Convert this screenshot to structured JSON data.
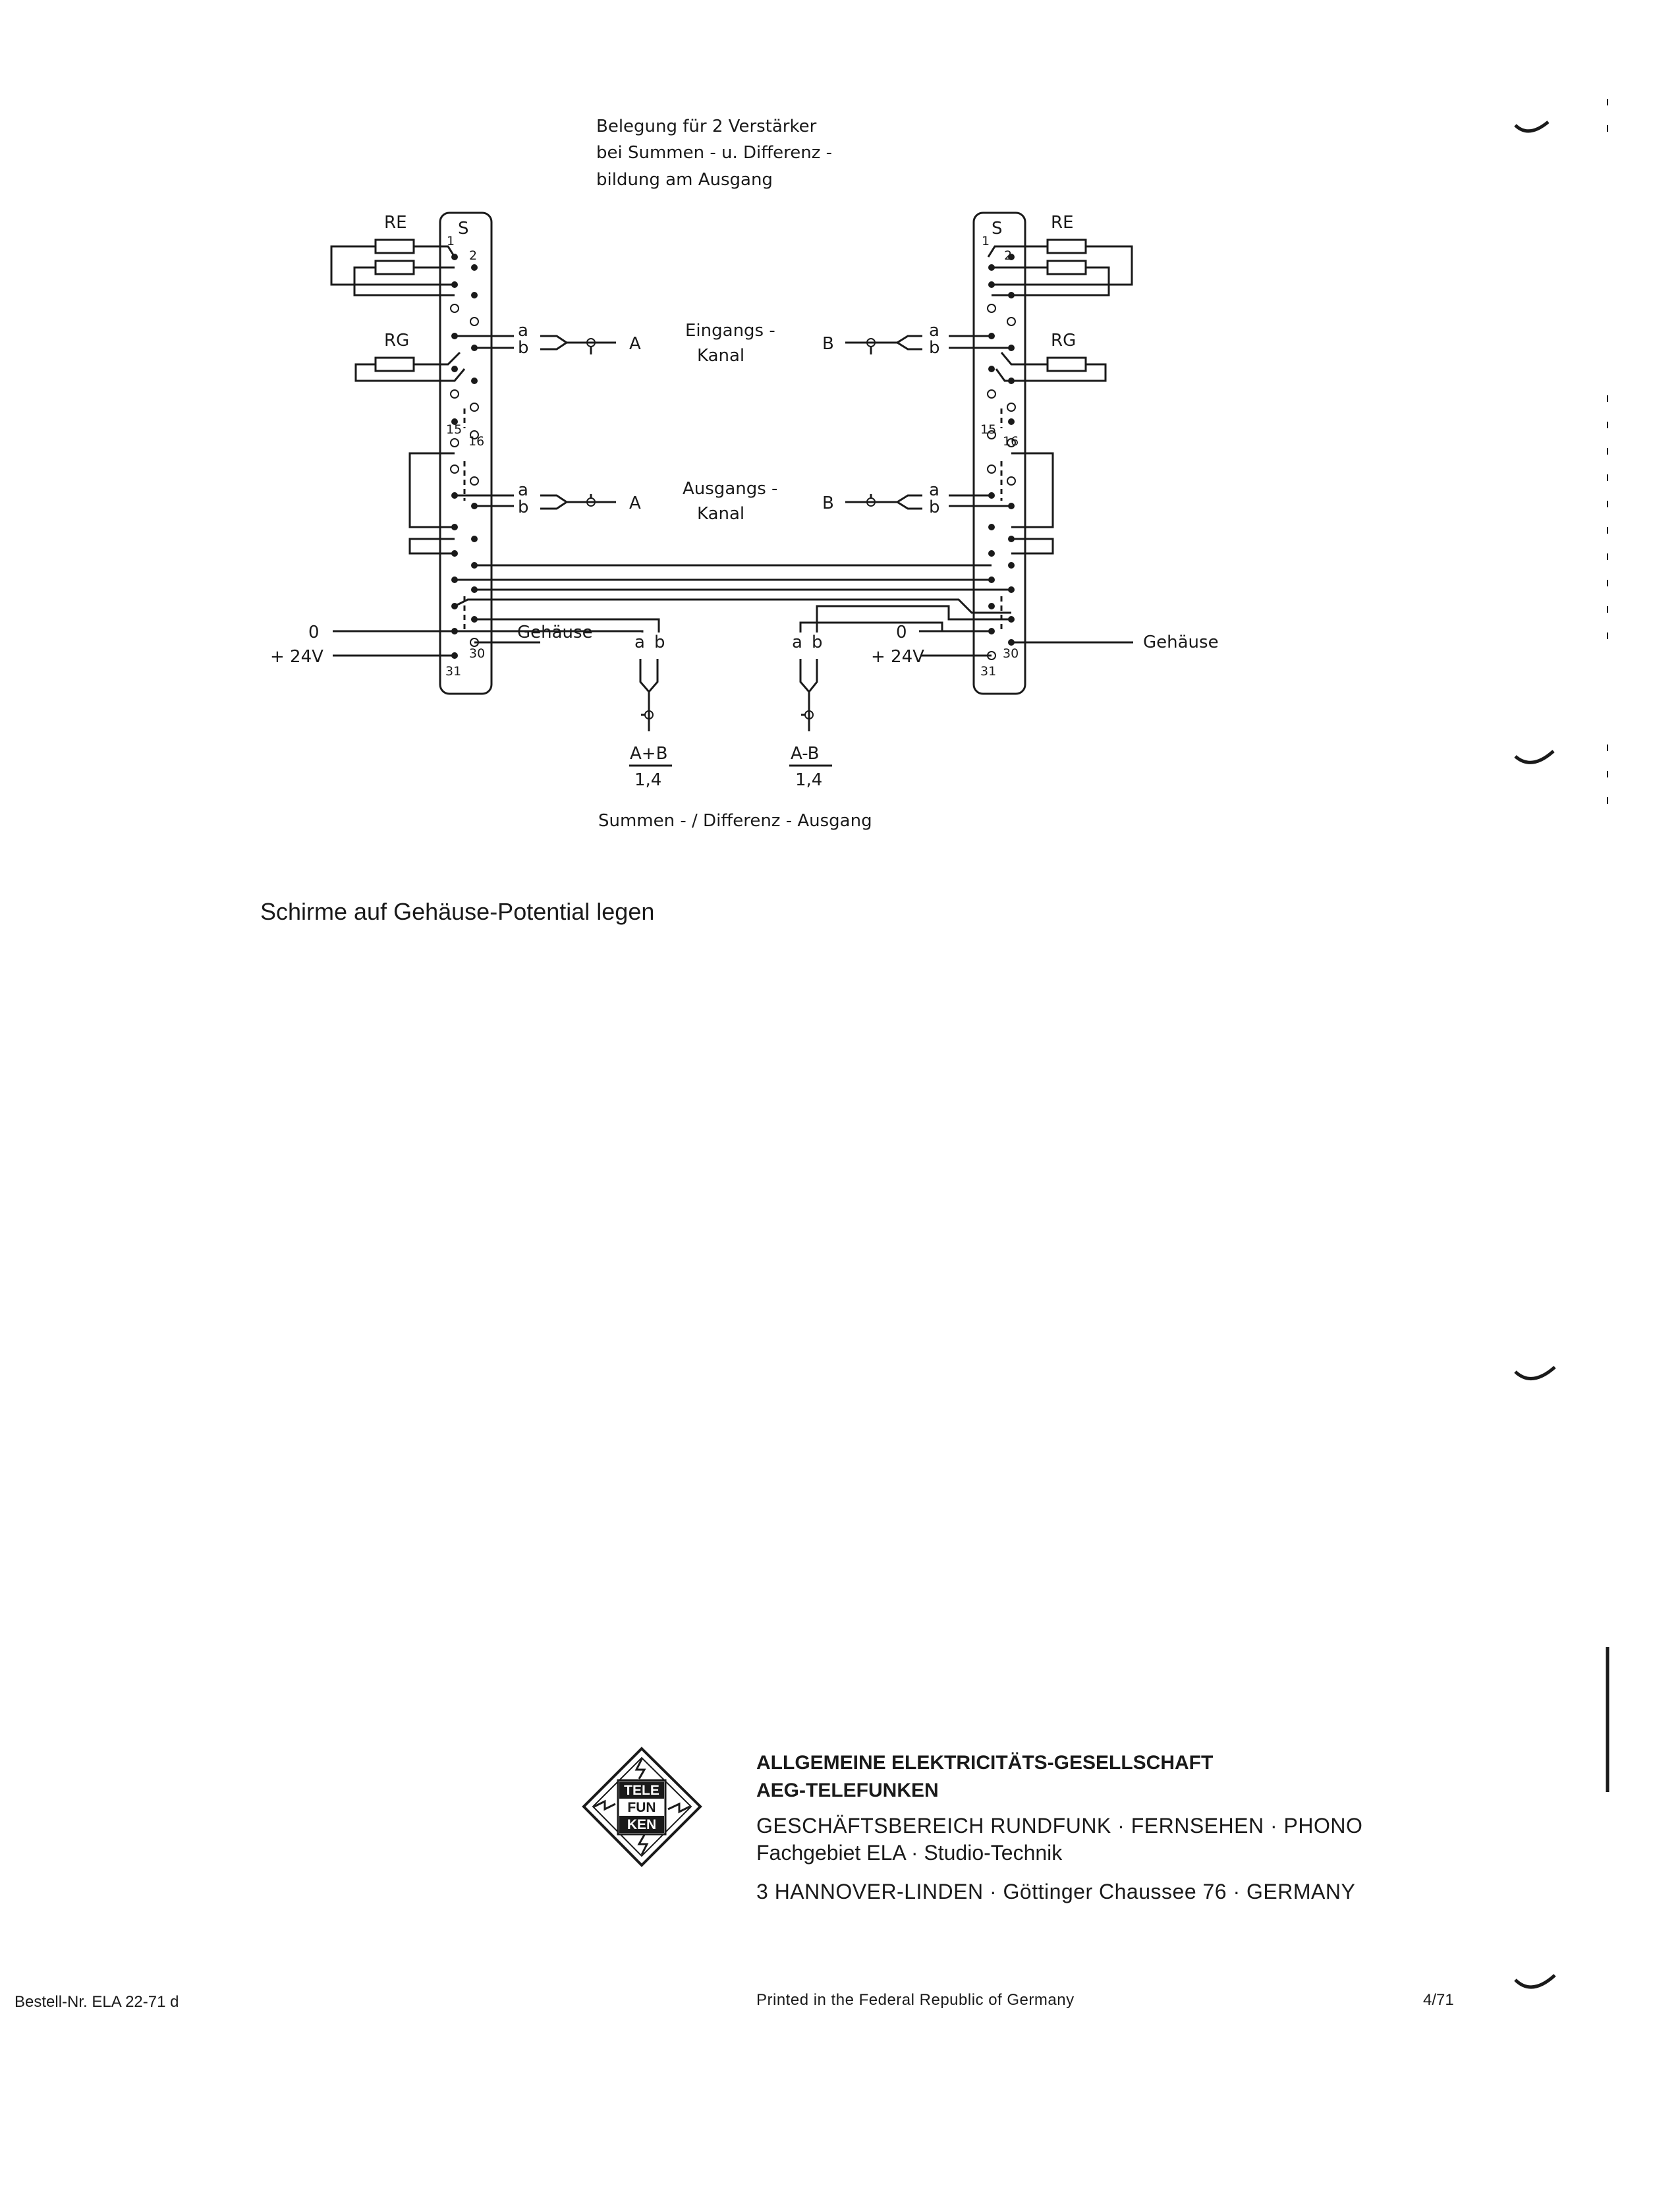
{
  "diagram": {
    "caption": [
      "Belegung für 2 Verstärker",
      "bei Summen - u. Differenz -",
      "bildung am Ausgang"
    ],
    "connector_label": "S",
    "resistor_re": "RE",
    "resistor_rg": "RG",
    "pin_1": "1",
    "pin_2": "2",
    "pin_15": "15",
    "pin_16": "16",
    "pin_30": "30",
    "pin_31": "31",
    "wire_a": "a",
    "wire_b": "b",
    "channel_a": "A",
    "channel_b": "B",
    "input_channel": [
      "Eingangs -",
      "Kanal"
    ],
    "output_channel": [
      "Ausgangs -",
      "Kanal"
    ],
    "zero_volt": "0",
    "plus_24v": "+ 24V",
    "housing": "Gehäuse",
    "sum_output": {
      "numerator": "A+B",
      "denominator": "1,4"
    },
    "diff_output": {
      "numerator": "A-B",
      "denominator": "1,4"
    },
    "output_caption": "Summen - / Differenz - Ausgang"
  },
  "instruction": "Schirme auf Gehäuse-Potential legen",
  "company": {
    "name_line1": "ALLGEMEINE ELEKTRICITÄTS-GESELLSCHAFT",
    "name_line2": "AEG-TELEFUNKEN",
    "division": "GESCHÄFTSBEREICH RUNDFUNK · FERNSEHEN · PHONO",
    "department": "Fachgebiet ELA · Studio-Technik",
    "address": "3 HANNOVER-LINDEN · Göttinger Chaussee 76 · GERMANY"
  },
  "logo_text": [
    "TELE",
    "FUN",
    "KEN"
  ],
  "footer": {
    "order_number": "Bestell-Nr. ELA 22-71 d",
    "printed": "Printed in the Federal Republic of Germany",
    "edition": "4/71"
  },
  "colors": {
    "ink": "#1a1a1a",
    "paper": "#ffffff"
  }
}
